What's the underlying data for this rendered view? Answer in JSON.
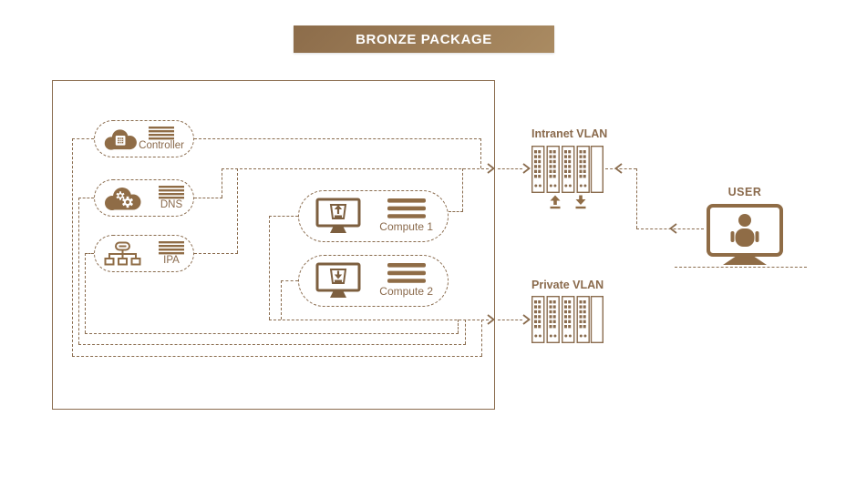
{
  "title": {
    "text": "BRONZE PACKAGE"
  },
  "colors": {
    "line": "#8a6c4e",
    "icon": "#8f6c46",
    "icon_dark": "#7d5f3f",
    "label": "#8a6a4c",
    "title_bg_from": "#8c6c4a",
    "title_bg_to": "#aa8b62",
    "title_text": "#ffffff"
  },
  "nodes": {
    "controller": {
      "label": "Controller"
    },
    "dns": {
      "label": "DNS"
    },
    "ipa": {
      "label": "IPA"
    },
    "compute1": {
      "label": "Compute 1"
    },
    "compute2": {
      "label": "Compute 2"
    },
    "intranet_vlan": {
      "label": "Intranet VLAN"
    },
    "private_vlan": {
      "label": "Private VLAN"
    },
    "user": {
      "label": "USER"
    }
  },
  "icons": {
    "controller": "cloud-chip-icon",
    "dns": "cloud-gears-icon",
    "ipa": "network-tree-icon",
    "compute1": "monitor-upload-icon",
    "compute2": "monitor-download-icon",
    "vlan": "server-rack-icon",
    "intranet_extra": [
      "upload-arrow-icon",
      "download-arrow-icon"
    ],
    "user": "person-monitor-icon"
  }
}
